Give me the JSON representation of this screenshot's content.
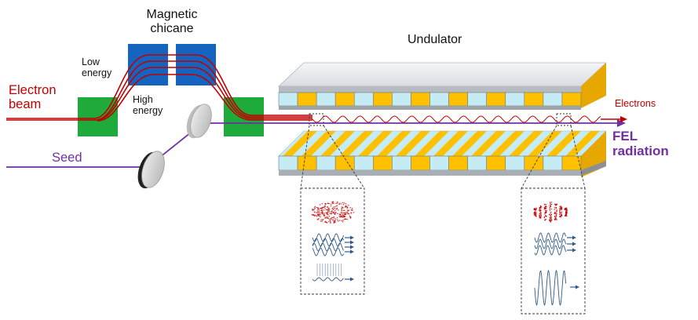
{
  "labels": {
    "chicane_title_line1": "Magnetic",
    "chicane_title_line2": "chicane",
    "low_energy_line1": "Low",
    "low_energy_line2": "energy",
    "high_energy_line1": "High",
    "high_energy_line2": "energy",
    "electron_beam_line1": "Electron",
    "electron_beam_line2": "beam",
    "seed": "Seed",
    "undulator": "Undulator",
    "electrons": "Electrons",
    "fel_line1": "FEL",
    "fel_line2": "radiation"
  },
  "colors": {
    "electron_beam": "#c00000",
    "seed_radiation": "#7030a0",
    "dipole_blue": "#1565c0",
    "dipole_green": "#1faa3c",
    "magnet_yellow": "#ffc000",
    "magnet_cyan": "#c5ecf5",
    "wave_blue": "#2e5b8c"
  }
}
